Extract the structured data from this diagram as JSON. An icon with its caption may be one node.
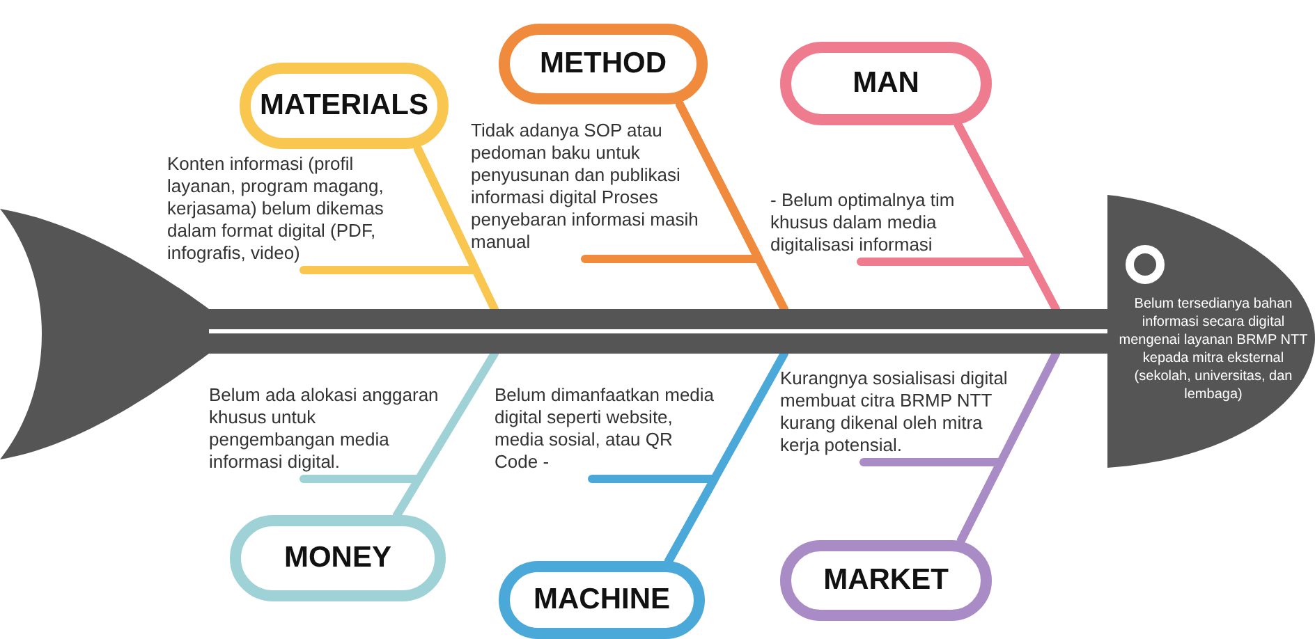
{
  "diagram": {
    "nodes": [
      {
        "text": [
          "MATERIALS"
        ]
      },
      {
        "text": [
          "METHOD"
        ]
      },
      {
        "text": [
          "MAN"
        ]
      },
      {
        "text": [
          "MONEY"
        ]
      },
      {
        "text": [
          "MACHINE"
        ]
      },
      {
        "text": [
          "MARKET"
        ]
      },
      {
        "text": [
          "Konten informasi (profil layanan, program magang, kerjasama) belum dikemas dalam format digital (PDF, infografis, video)"
        ]
      },
      {
        "text": [
          "Tidak adanya SOP atau pedoman baku untuk penyusunan dan publikasi informasi digital Proses penyebaran informasi masih manual"
        ]
      },
      {
        "text": [
          "- Belum optimalnya tim khusus dalam media digitalisasi informasi"
        ]
      },
      {
        "text": [
          "Belum ada alokasi anggaran khusus untuk pengembangan media informasi digital."
        ]
      },
      {
        "text": [
          "Belum dimanfaatkan media digital seperti website, media sosial, atau QR Code -"
        ]
      },
      {
        "text": [
          "Kurangnya sosialisasi digital membuat citra BRMP NTT kurang dikenal oleh mitra kerja potensial."
        ]
      },
      {
        "text": [
          "Belum tersedianya bahan informasi secara digital mengenai layanan BRMP NTT kepada mitra eksternal (sekolah, universitas, dan lembaga)"
        ]
      },
      {
        "text": [],
        "shape": "bar"
      }
    ],
    "edges": [
      {
        "from": 0,
        "to": 13,
        "arrow": "none",
        "color": "#f9c74f"
      },
      {
        "from": 1,
        "to": 13,
        "arrow": "none",
        "color": "#f08a3c"
      },
      {
        "from": 2,
        "to": 13,
        "arrow": "none",
        "color": "#ef7b8e"
      },
      {
        "from": 3,
        "to": 13,
        "arrow": "none",
        "color": "#9ed2d6"
      },
      {
        "from": 4,
        "to": 13,
        "arrow": "none",
        "color": "#4ba9da"
      },
      {
        "from": 5,
        "to": 13,
        "arrow": "none",
        "color": "#a98bc6"
      },
      {
        "from": 6,
        "to": 0,
        "arrow": "none",
        "color": "#f9c74f"
      },
      {
        "from": 7,
        "to": 1,
        "arrow": "none",
        "color": "#f08a3c"
      },
      {
        "from": 8,
        "to": 2,
        "arrow": "none",
        "color": "#ef7b8e"
      },
      {
        "from": 9,
        "to": 3,
        "arrow": "none",
        "color": "#9ed2d6"
      },
      {
        "from": 10,
        "to": 4,
        "arrow": "none",
        "color": "#4ba9da"
      },
      {
        "from": 11,
        "to": 5,
        "arrow": "none",
        "color": "#a98bc6"
      }
    ]
  }
}
